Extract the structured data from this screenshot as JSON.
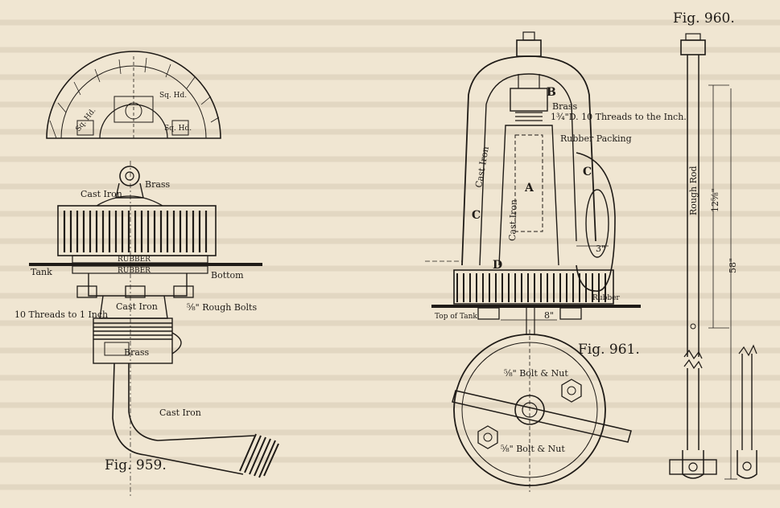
{
  "colors": {
    "paper": "#f0e6d2",
    "ink": "#1f1b17",
    "ghost": "#d8ccb6"
  },
  "fig959": {
    "caption": "Fig. 959.",
    "sq_hd_1": "Sq. Hd.",
    "sq_hd_2": "Sq. Hd.",
    "sq_hd_3": "Sq. Hd.",
    "brass_top": "Brass",
    "cast_iron_top": "Cast Iron",
    "rubber_1": "RUBBER",
    "rubber_2": "RUBBER",
    "tank": "Tank",
    "bottom": "Bottom",
    "cast_iron_mid": "Cast Iron",
    "rough_bolts": "⅝\" Rough Bolts",
    "threads": "10 Threads to 1 Inch",
    "brass_low": "Brass",
    "cast_iron_pipe": "Cast Iron"
  },
  "fig961": {
    "caption": "Fig. 961.",
    "letter_b": "B",
    "brass": "Brass",
    "thread_note": "1¾\"D. 10 Threads to the Inch.",
    "rubber_packing": "Rubber Packing",
    "cast_iron_frame": "Cast Iron",
    "cast_iron_body": "Cast Iron",
    "letter_a": "A",
    "letter_c_left": "C",
    "letter_c_right": "C",
    "letter_d": "D",
    "dim_3": "3\"",
    "rubber_base": "Rubber",
    "top_of_tank": "Top of Tank",
    "dim_8": "8\"",
    "bolt_nut_1": "⅝\" Bolt & Nut",
    "bolt_nut_2": "⅝\" Bolt & Nut"
  },
  "fig960": {
    "caption": "Fig. 960.",
    "rough_rod": "Rough Rod",
    "dim_12": "12⅝\"",
    "dim_58": "58\""
  }
}
